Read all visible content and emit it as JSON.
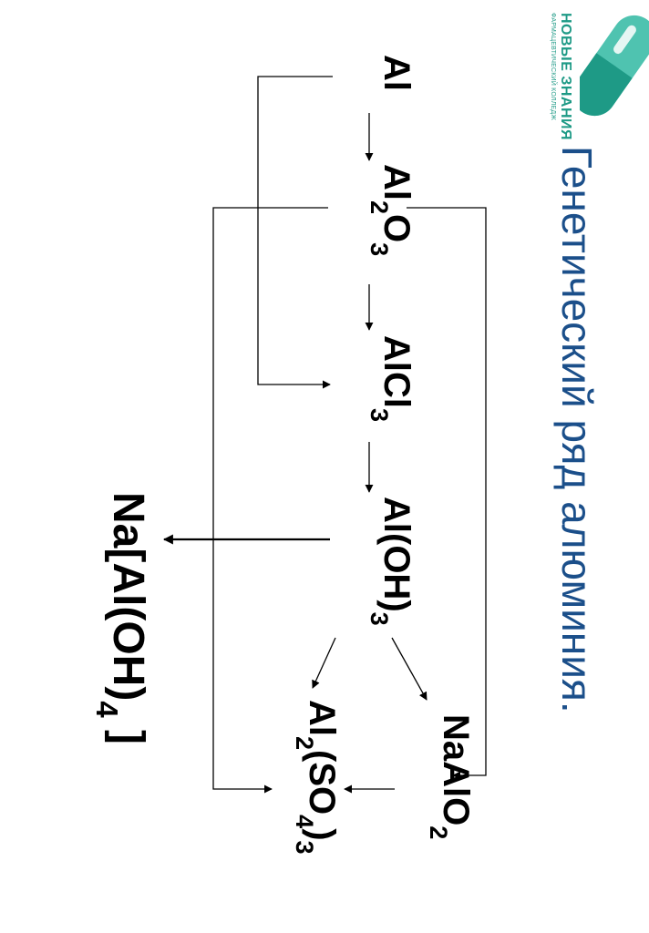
{
  "title": "Генетический ряд алюминия.",
  "logo": {
    "name": "НОВЫЕ ЗНАНИЯ",
    "subtitle": "ФАРМАЦЕВТИЧЕСКИЙ КОЛЛЕДЖ",
    "colors": {
      "primary": "#1e9a86",
      "light": "#4fc3b0"
    }
  },
  "colors": {
    "title": "#1b4f8a",
    "text": "#000000"
  },
  "compounds": {
    "al": {
      "parts": [
        "Al"
      ]
    },
    "al2o3": {
      "parts": [
        "Al",
        "2",
        "O",
        "3"
      ]
    },
    "alcl3": {
      "parts": [
        "AlCl",
        "3"
      ]
    },
    "aloh3": {
      "parts": [
        "Al(OH)",
        "3"
      ]
    },
    "naalo2": {
      "parts": [
        "NaAlO",
        "2"
      ]
    },
    "al2so43": {
      "parts": [
        "Al",
        "2",
        "(SO",
        "4",
        ")",
        "3"
      ]
    },
    "naaloh4": {
      "parts": [
        "Na[Al(OH)",
        "4",
        " ]"
      ]
    }
  }
}
